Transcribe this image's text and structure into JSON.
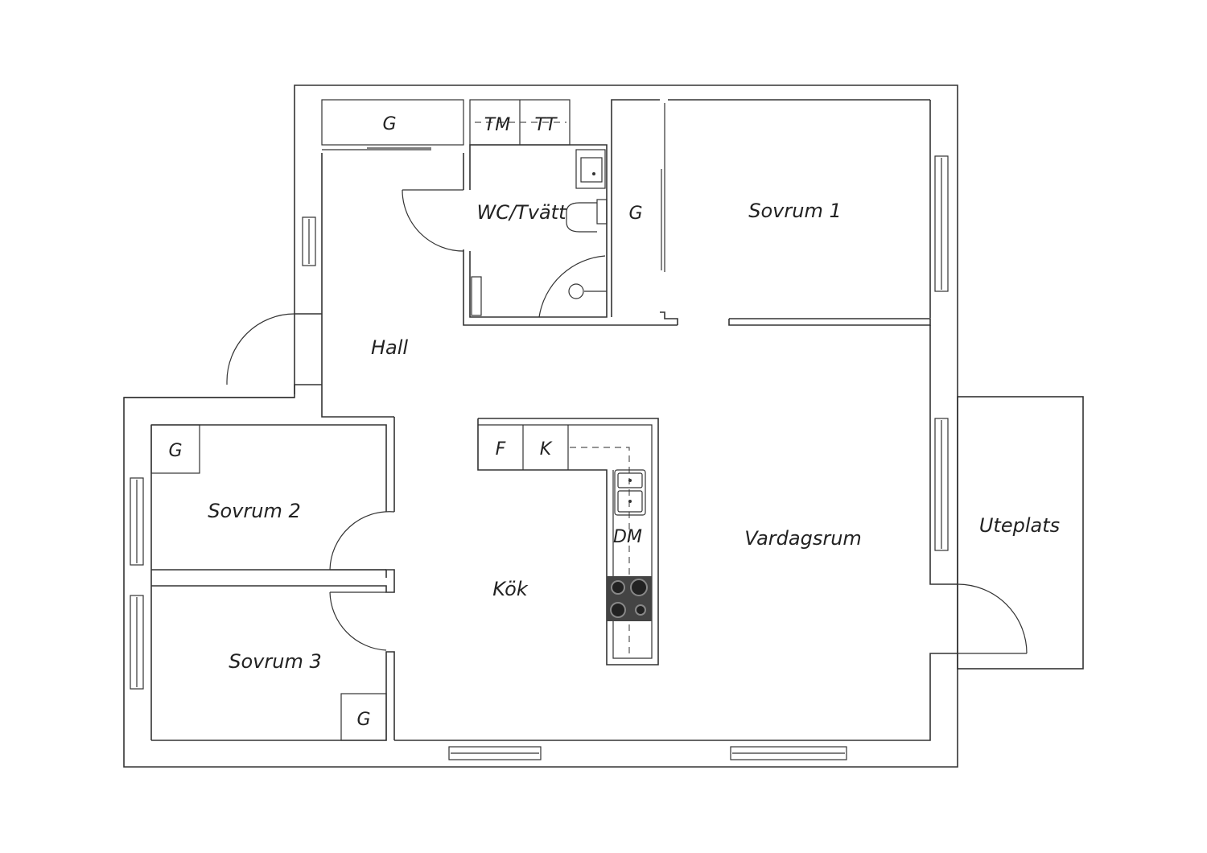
{
  "rooms": {
    "hall": "Hall",
    "wc": "WC/Tvätt",
    "sovrum1": "Sovrum 1",
    "sovrum2": "Sovrum 2",
    "sovrum3": "Sovrum 3",
    "kok": "Kök",
    "vardagsrum": "Vardagsrum",
    "uteplats": "Uteplats"
  },
  "fixtures": {
    "closet_hall": "G",
    "closet_corridor": "G",
    "closet_sovrum2": "G",
    "closet_sovrum3": "G",
    "washing_machine": "TM",
    "tumble_dryer": "TT",
    "fridge": "F",
    "freezer": "K",
    "dishwasher": "DM"
  }
}
